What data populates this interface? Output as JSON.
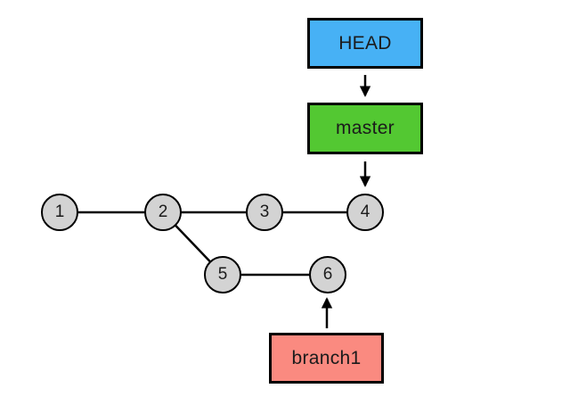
{
  "pointers": {
    "head": {
      "label": "HEAD",
      "fill": "#47B1F5",
      "points_to": "master"
    },
    "master": {
      "label": "master",
      "fill": "#53C832",
      "points_to": "4"
    },
    "branch1": {
      "label": "branch1",
      "fill": "#FA8A80",
      "points_to": "6"
    }
  },
  "commits": [
    {
      "id": "1",
      "label": "1"
    },
    {
      "id": "2",
      "label": "2"
    },
    {
      "id": "3",
      "label": "3"
    },
    {
      "id": "4",
      "label": "4"
    },
    {
      "id": "5",
      "label": "5"
    },
    {
      "id": "6",
      "label": "6"
    }
  ],
  "edges": [
    {
      "from": "1",
      "to": "2"
    },
    {
      "from": "2",
      "to": "3"
    },
    {
      "from": "3",
      "to": "4"
    },
    {
      "from": "2",
      "to": "5"
    },
    {
      "from": "5",
      "to": "6"
    }
  ],
  "arrows": [
    {
      "from": "head",
      "to": "master"
    },
    {
      "from": "master",
      "to": "4"
    },
    {
      "from": "branch1",
      "to": "6"
    }
  ],
  "colors": {
    "commit_fill": "#D3D3D3",
    "stroke": "#000000",
    "background": "#FFFFFF"
  }
}
